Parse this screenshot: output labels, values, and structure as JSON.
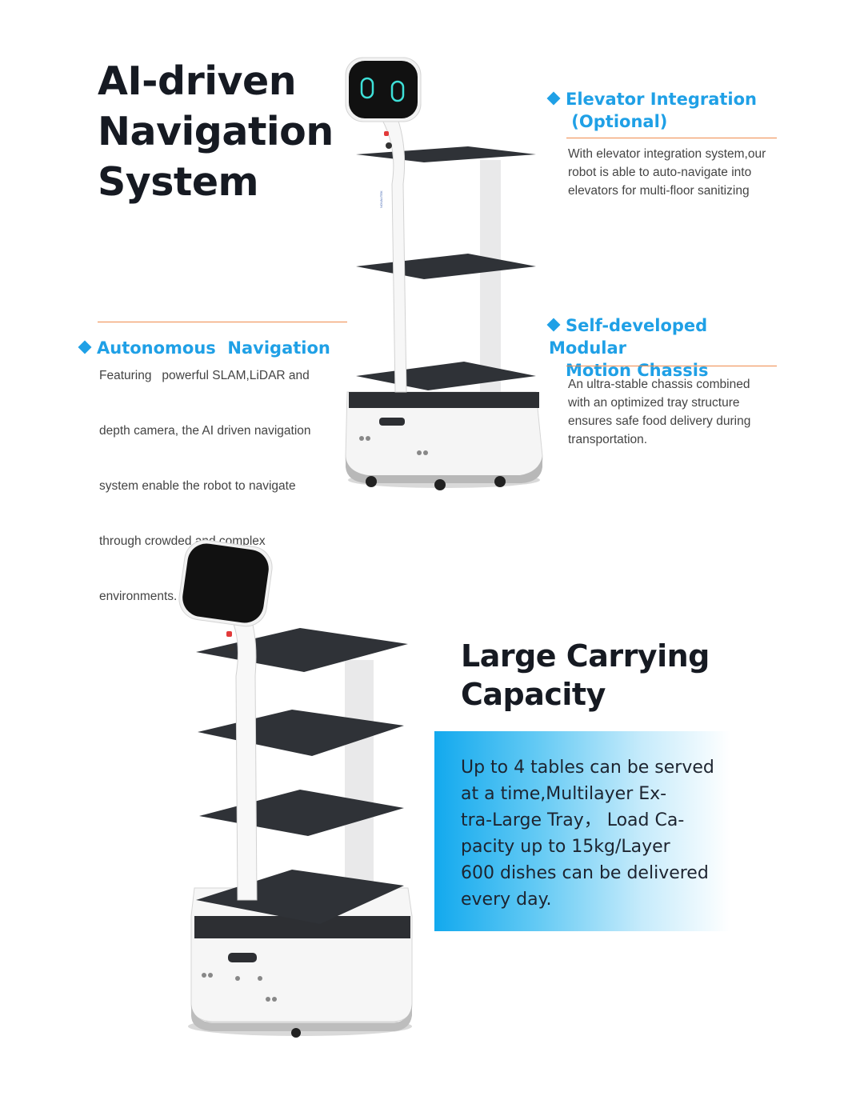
{
  "hero": {
    "title_lines": [
      "AI-driven",
      "Navigation",
      "System"
    ]
  },
  "features": {
    "elevator": {
      "heading_lines": [
        "Elevator  Integration",
        " (Optional)"
      ],
      "body_lines": [
        "With elevator integration system,our",
        "robot is able to auto-navigate into",
        "elevators for multi-floor sanitizing"
      ]
    },
    "autonomous": {
      "heading_lines": [
        "Autonomous  Navigation"
      ],
      "body_lines": [
        "Featuring   powerful SLAM,LiDAR and",
        "depth camera, the AI driven navigation",
        "system enable the robot to navigate",
        "through crowded and complex",
        "environments."
      ]
    },
    "chassis": {
      "heading_lines": [
        "Self-developed Modular",
        "Motion Chassis"
      ],
      "body_lines": [
        "An ultra-stable chassis combined",
        "with an optimized tray structure",
        "ensures safe food delivery during",
        "transportation."
      ]
    }
  },
  "capacity": {
    "title_lines": [
      "Large Carrying",
      "Capacity"
    ],
    "body_lines": [
      "Up to 4 tables can be served",
      "at a time,Multilayer Ex-",
      "tra-Large Tray， Load Ca-",
      "pacity up to 15kg/Layer",
      "600 dishes can be delivered",
      "every day."
    ]
  },
  "robot": {
    "brand_text": "NOVAUTEK"
  },
  "colors": {
    "accent_blue": "#1fa0e6",
    "rule_orange": "#f08a4b",
    "headline": "#161a22",
    "tray": "#2f3237",
    "screen_eyes": "#3ee0d8"
  }
}
